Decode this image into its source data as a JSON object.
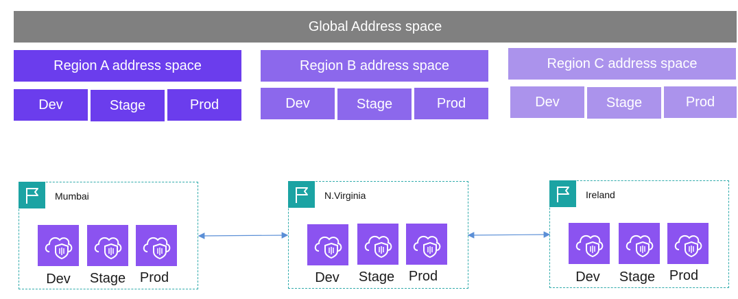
{
  "address_space": {
    "global_label": "Global Address space",
    "regions": [
      {
        "label": "Region A address space",
        "envs": [
          "Dev",
          "Stage",
          "Prod"
        ],
        "color": "#6b3ded"
      },
      {
        "label": "Region B address space",
        "envs": [
          "Dev",
          "Stage",
          "Prod"
        ],
        "color": "#8c68ec"
      },
      {
        "label": "Region C address space",
        "envs": [
          "Dev",
          "Stage",
          "Prod"
        ],
        "color": "#ab93ec"
      }
    ]
  },
  "deployments": [
    {
      "region": "Mumbai",
      "icon": "flag-icon",
      "vpcs": [
        "Dev",
        "Stage",
        "Prod"
      ]
    },
    {
      "region": "N.Virginia",
      "icon": "flag-icon",
      "vpcs": [
        "Dev",
        "Stage",
        "Prod"
      ]
    },
    {
      "region": "Ireland",
      "icon": "flag-icon",
      "vpcs": [
        "Dev",
        "Stage",
        "Prod"
      ]
    }
  ],
  "colors": {
    "global_bar": "#808080",
    "frame_border": "#2eaaaa",
    "flag_tile": "#1ba3a3",
    "vpc_tile": "#8b53f0",
    "connector": "#5b8fd6"
  },
  "vpc_icon": "cloud-shield-icon"
}
